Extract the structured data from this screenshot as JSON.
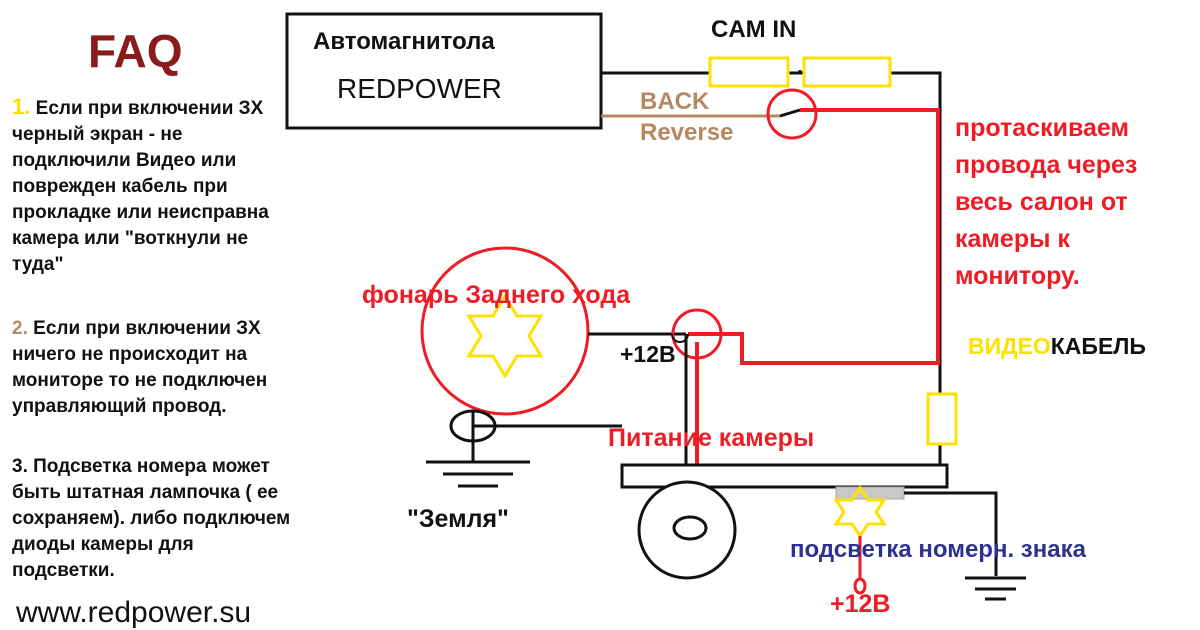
{
  "faq": {
    "title": "FAQ",
    "items": [
      {
        "number": "1.",
        "text": "Если при включении ЗХ черный экран - не подключили Видео или поврежден кабель при прокладке или неисправна камера или \"воткнули не туда\""
      },
      {
        "number": "2.",
        "text": "Если при включении ЗХ ничего не происходит на мониторе то не подключен управляющий провод."
      },
      {
        "number": "3.",
        "text": "Подсветка номера может быть штатная лампочка ( ее сохраняем). либо подключем диоды камеры для подсветки."
      }
    ],
    "website": "www.redpower.su"
  },
  "diagram": {
    "device_title": "Автомагнитола",
    "device_brand": "REDPOWER",
    "cam_in": "CAM IN",
    "back": "BACK",
    "reverse": "Reverse",
    "wire_note": "протаскиваем провода через весь салон от камеры к монитору.",
    "video_cable_part1": "ВИДЕО",
    "video_cable_part2": "КАБЕЛЬ",
    "reverse_lamp": "фонарь Заднего хода",
    "plus12_lamp": "+12В",
    "camera_power": "Питание камеры",
    "ground": "\"Земля\"",
    "plate_light": "подсветка номерн. знака",
    "plus12_plate": "+12В"
  },
  "colors": {
    "red_wire": "#ee1c24",
    "yellow_connector": "#ffe000",
    "faq_title": "#8b1a1a",
    "faq_item_1_number": "#ffe000",
    "faq_item_2": "#b58863",
    "back_wire": "#b58863",
    "plate_light_label": "#2e3192",
    "wire": "#111111"
  }
}
